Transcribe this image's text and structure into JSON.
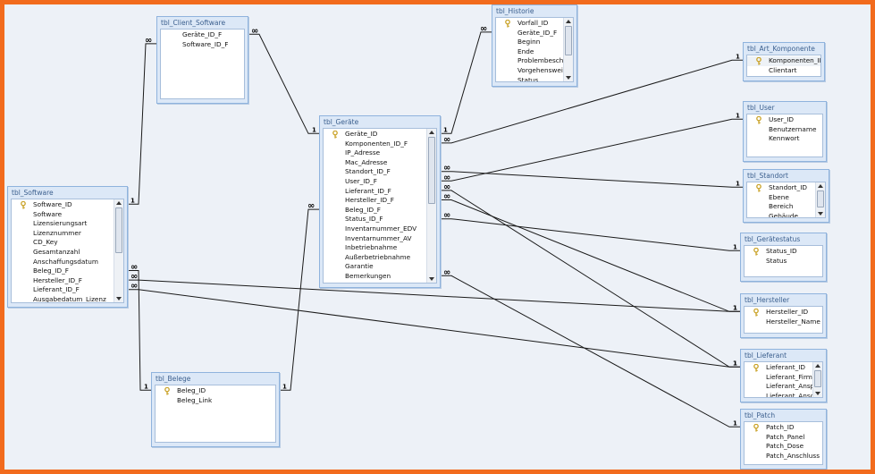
{
  "tables": {
    "client_software": {
      "title": "tbl_Client_Software",
      "fields": [
        "Geräte_ID_F",
        "Software_ID_F"
      ],
      "key_rows": [],
      "scroll": false
    },
    "historie": {
      "title": "tbl_Historie",
      "fields": [
        "Vorfall_ID",
        "Geräte_ID_F",
        "Beginn",
        "Ende",
        "Problembeschreibung",
        "Vorgehensweise",
        "Status"
      ],
      "key_rows": [
        0
      ],
      "scroll": true
    },
    "art_komponente": {
      "title": "tbl_Art_Komponente",
      "fields": [
        "Komponenten_ID",
        "Clientart"
      ],
      "key_rows": [
        0
      ],
      "scroll": false
    },
    "geraete": {
      "title": "tbl_Geräte",
      "fields": [
        "Geräte_ID",
        "Komponenten_ID_F",
        "IP_Adresse",
        "Mac_Adresse",
        "Standort_ID_F",
        "User_ID_F",
        "Lieferant_ID_F",
        "Hersteller_ID_F",
        "Beleg_ID_F",
        "Status_ID_F",
        "Inventarnummer_EDV",
        "Inventarnummer_AV",
        "Inbetriebnahme",
        "Außerbetriebnahme",
        "Garantie",
        "Bemerkungen"
      ],
      "key_rows": [
        0
      ],
      "scroll": true
    },
    "user": {
      "title": "tbl_User",
      "fields": [
        "User_ID",
        "Benutzername",
        "Kennwort"
      ],
      "key_rows": [
        0
      ],
      "scroll": false
    },
    "software": {
      "title": "tbl_Software",
      "fields": [
        "Software_ID",
        "Software",
        "Lizensierungsart",
        "Lizenznummer",
        "CD_Key",
        "Gesamtanzahl",
        "Anschaffungsdatum",
        "Beleg_ID_F",
        "Hersteller_ID_F",
        "Lieferant_ID_F",
        "Ausgabedatum_Lizenz"
      ],
      "key_rows": [
        0
      ],
      "scroll": true
    },
    "standort": {
      "title": "tbl_Standort",
      "fields": [
        "Standort_ID",
        "Ebene",
        "Bereich",
        "Gebäude"
      ],
      "key_rows": [
        0
      ],
      "scroll": true
    },
    "geraetestatus": {
      "title": "tbl_Gerätestatus",
      "fields": [
        "Status_ID",
        "Status"
      ],
      "key_rows": [
        0
      ],
      "scroll": false
    },
    "hersteller": {
      "title": "tbl_Hersteller",
      "fields": [
        "Hersteller_ID",
        "Hersteller_Name"
      ],
      "key_rows": [
        0
      ],
      "scroll": false
    },
    "lieferant": {
      "title": "tbl_Lieferant",
      "fields": [
        "Lieferant_ID",
        "Lieferant_Firma",
        "Lieferant_Ansprechpartner",
        "Lieferant_Anschrift"
      ],
      "key_rows": [
        0
      ],
      "scroll": true
    },
    "belege": {
      "title": "tbl_Belege",
      "fields": [
        "Beleg_ID",
        "Beleg_Link"
      ],
      "key_rows": [
        0
      ],
      "scroll": false
    },
    "patch": {
      "title": "tbl_Patch",
      "fields": [
        "Patch_ID",
        "Patch_Panel",
        "Patch_Dose",
        "Patch_Anschluss"
      ],
      "key_rows": [
        0
      ],
      "scroll": false
    }
  },
  "relationships": [
    {
      "from": "client_software",
      "from_field": "Geräte_ID_F",
      "to": "geraete",
      "to_field": "Geräte_ID",
      "from_card": "∞",
      "to_card": "1"
    },
    {
      "from": "client_software",
      "from_field": "Software_ID_F",
      "to": "software",
      "to_field": "Software_ID",
      "from_card": "∞",
      "to_card": "1"
    },
    {
      "from": "geraete",
      "from_field": "Geräte_ID",
      "to": "historie",
      "to_field": "Geräte_ID_F",
      "from_card": "1",
      "to_card": "∞"
    },
    {
      "from": "geraete",
      "from_field": "Komponenten_ID_F",
      "to": "art_komponente",
      "to_field": "Komponenten_ID",
      "from_card": "∞",
      "to_card": "1"
    },
    {
      "from": "geraete",
      "from_field": "User_ID_F",
      "to": "user",
      "to_field": "User_ID",
      "from_card": "∞",
      "to_card": "1"
    },
    {
      "from": "geraete",
      "from_field": "Standort_ID_F",
      "to": "standort",
      "to_field": "Standort_ID",
      "from_card": "∞",
      "to_card": "1"
    },
    {
      "from": "geraete",
      "from_field": "Status_ID_F",
      "to": "geraetestatus",
      "to_field": "Status_ID",
      "from_card": "∞",
      "to_card": "1"
    },
    {
      "from": "geraete",
      "from_field": "Hersteller_ID_F",
      "to": "hersteller",
      "to_field": "Hersteller_ID",
      "from_card": "∞",
      "to_card": "1"
    },
    {
      "from": "geraete",
      "from_field": "Lieferant_ID_F",
      "to": "lieferant",
      "to_field": "Lieferant_ID",
      "from_card": "∞",
      "to_card": "1"
    },
    {
      "from": "geraete",
      "from_field": "Bemerkungen",
      "to": "patch",
      "to_field": "Patch_ID",
      "from_card": "∞",
      "to_card": "1"
    },
    {
      "from": "geraete",
      "from_field": "Beleg_ID_F",
      "to": "belege",
      "to_field": "Beleg_ID",
      "from_card": "∞",
      "to_card": "1"
    },
    {
      "from": "software",
      "from_field": "Beleg_ID_F",
      "to": "belege",
      "to_field": "Beleg_ID",
      "from_card": "∞",
      "to_card": "1"
    },
    {
      "from": "software",
      "from_field": "Hersteller_ID_F",
      "to": "hersteller",
      "to_field": "Hersteller_ID",
      "from_card": "∞",
      "to_card": "1"
    },
    {
      "from": "software",
      "from_field": "Lieferant_ID_F",
      "to": "lieferant",
      "to_field": "Lieferant_ID",
      "from_card": "∞",
      "to_card": "1"
    }
  ],
  "colors": {
    "frame": "#f26b1d",
    "canvas": "#edf1f7",
    "table_title": "#3b5f8e"
  },
  "icons": {
    "primary_key": "key-icon"
  }
}
